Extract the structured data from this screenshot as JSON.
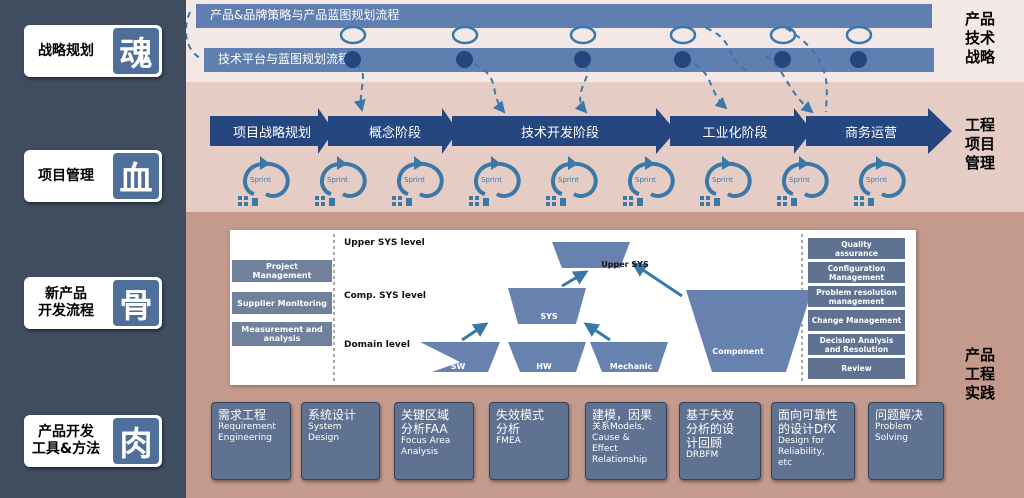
{
  "rows": [
    {
      "label": "战略规划",
      "glyph": "魂"
    },
    {
      "label": "项目管理",
      "glyph": "血"
    },
    {
      "label": "新产品\n开发流程",
      "glyph": "骨"
    },
    {
      "label": "产品开发\n工具&方法",
      "glyph": "肉"
    }
  ],
  "band_titles": {
    "strategy": "产品\n技术\n战略",
    "project": "工程\n项目\n管理",
    "practice": "产品\n工程\n实践"
  },
  "strategy": {
    "bar1": "产品&品牌策略与产品蓝图规划流程",
    "bar2": "技术平台与蓝图规划流程"
  },
  "phases": [
    "项目战略规划",
    "概念阶段",
    "技术开发阶段",
    "工业化阶段",
    "商务运营"
  ],
  "sprint_label": "Sprint",
  "sprint_count": 9,
  "npd": {
    "levels": [
      "Upper SYS level",
      "Comp. SYS level",
      "Domain level"
    ],
    "left_boxes": [
      "Project\nManagement",
      "Supplier Monitoring",
      "Measurement and\nanalysis"
    ],
    "right_boxes": [
      "Quality\nassurance",
      "Configuration\nManagement",
      "Problem resolution\nmanagement",
      "Change Management",
      "Decision Analysis\nand Resolution",
      "Review"
    ],
    "v_labels": {
      "upper": "Upper SYS",
      "sys": "SYS",
      "sw": "SW",
      "hw": "HW",
      "mechanic": "Mechanic",
      "component": "Component"
    }
  },
  "tools": [
    {
      "zh": "需求工程",
      "en": "Requirement\nEngineering"
    },
    {
      "zh": "系统设计",
      "en": "System\nDesign"
    },
    {
      "zh": "关键区域\n分析FAA",
      "en": "Focus Area\nAnalysis"
    },
    {
      "zh": "失效模式\n分析",
      "en": "FMEA"
    },
    {
      "zh": "建模，因果",
      "en": "关系Models,\nCause &\nEffect\nRelationship"
    },
    {
      "zh": "基于失效\n分析的设\n计回顾",
      "en": "DRBFM"
    },
    {
      "zh": "面向可靠性\n的设计DfX",
      "en": "Design for\nReliability,\netc"
    },
    {
      "zh": "问题解决",
      "en": "Problem\nSolving"
    }
  ],
  "colors": {
    "dark_panel": "#3f4d5f",
    "accent_blue": "#25467f",
    "band1": "#f3e8e6",
    "band2": "#e5cdc6",
    "band3": "#c49a8d"
  }
}
